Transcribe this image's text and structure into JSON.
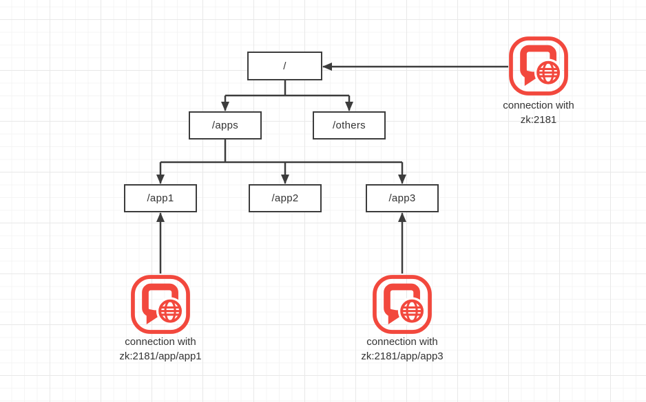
{
  "diagram": {
    "nodes": {
      "root": "/",
      "apps": "/apps",
      "others": "/others",
      "app1": "/app1",
      "app2": "/app2",
      "app3": "/app3"
    },
    "connections": {
      "zk_root": {
        "line1": "connection with",
        "line2": "zk:2181"
      },
      "zk_app1": {
        "line1": "connection with",
        "line2": "zk:2181/app/app1"
      },
      "zk_app3": {
        "line1": "connection with",
        "line2": "zk:2181/app/app3"
      }
    },
    "colors": {
      "icon_red": "#f2483d",
      "line": "#3c3c3c",
      "node_border": "#3c3c3c",
      "node_fill": "#ffffff",
      "text": "#333333",
      "grid_minor": "#f4f4f4",
      "grid_major": "#e8e8e8",
      "background": "#ffffff"
    }
  }
}
